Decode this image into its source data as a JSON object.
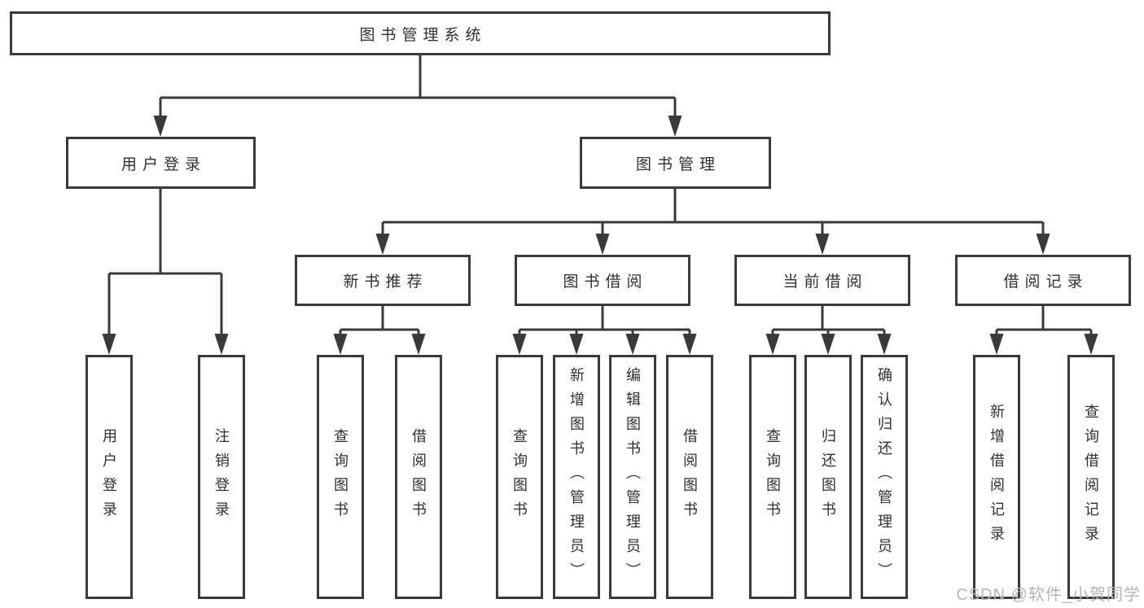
{
  "diagram": {
    "type": "tree",
    "nodes": {
      "root": {
        "label": "图书管理系统",
        "children": [
          "user_login",
          "book_management"
        ]
      },
      "user_login": {
        "label": "用户登录",
        "children": [
          "leaf_user_login",
          "leaf_logout"
        ]
      },
      "book_management": {
        "label": "图书管理",
        "children": [
          "new_book_recommend",
          "book_borrowing",
          "current_borrowing",
          "borrowing_records"
        ]
      },
      "new_book_recommend": {
        "label": "新书推荐",
        "children": [
          "leaf_query_books_1",
          "leaf_borrow_books_1"
        ]
      },
      "book_borrowing": {
        "label": "图书借阅",
        "children": [
          "leaf_query_books_2",
          "leaf_add_books",
          "leaf_edit_books",
          "leaf_borrow_books_2"
        ]
      },
      "current_borrowing": {
        "label": "当前借阅",
        "children": [
          "leaf_query_books_3",
          "leaf_return_books",
          "leaf_confirm_return"
        ]
      },
      "borrowing_records": {
        "label": "借阅记录",
        "children": [
          "leaf_add_record",
          "leaf_query_record"
        ]
      },
      "leaf_user_login": {
        "label": "用户登录"
      },
      "leaf_logout": {
        "label": "注销登录"
      },
      "leaf_query_books_1": {
        "label": "查询图书"
      },
      "leaf_borrow_books_1": {
        "label": "借阅图书"
      },
      "leaf_query_books_2": {
        "label": "查询图书"
      },
      "leaf_add_books": {
        "label": "新增图书（管理员）"
      },
      "leaf_edit_books": {
        "label": "编辑图书（管理员）"
      },
      "leaf_borrow_books_2": {
        "label": "借阅图书"
      },
      "leaf_query_books_3": {
        "label": "查询图书"
      },
      "leaf_return_books": {
        "label": "归还图书"
      },
      "leaf_confirm_return": {
        "label": "确认归还（管理员）"
      },
      "leaf_add_record": {
        "label": "新增借阅记录"
      },
      "leaf_query_record": {
        "label": "查询借阅记录"
      }
    },
    "watermark": "CSDN @软件_小贺同学",
    "colors": {
      "line": "#3a3a3a",
      "box_border": "#3a3a3a",
      "box_fill": "#ffffff",
      "text": "#303030",
      "watermark": "#b5b5b5",
      "background": "#ffffff"
    }
  }
}
